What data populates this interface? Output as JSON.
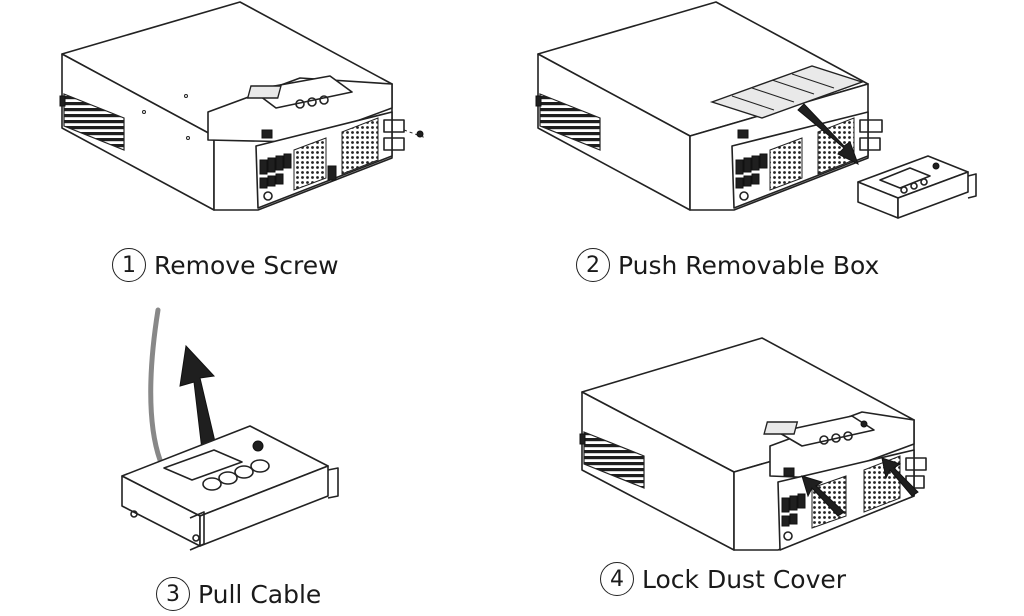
{
  "steps": [
    {
      "number": "1",
      "label": "Remove Screw"
    },
    {
      "number": "2",
      "label": "Push Removable Box"
    },
    {
      "number": "3",
      "label": "Pull Cable"
    },
    {
      "number": "4",
      "label": "Lock Dust Cover"
    }
  ]
}
